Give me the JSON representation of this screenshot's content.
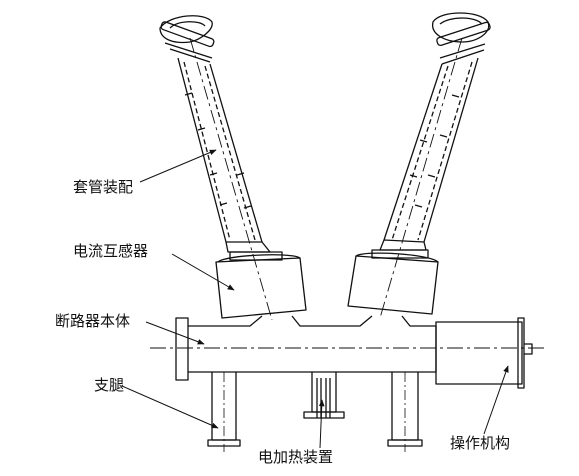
{
  "labels": {
    "bushing_assembly": "套管装配",
    "current_transformer": "电流互感器",
    "breaker_body": "断路器本体",
    "support_leg": "支腿",
    "electric_heater": "电加热装置",
    "operating_mechanism": "操作机构"
  }
}
